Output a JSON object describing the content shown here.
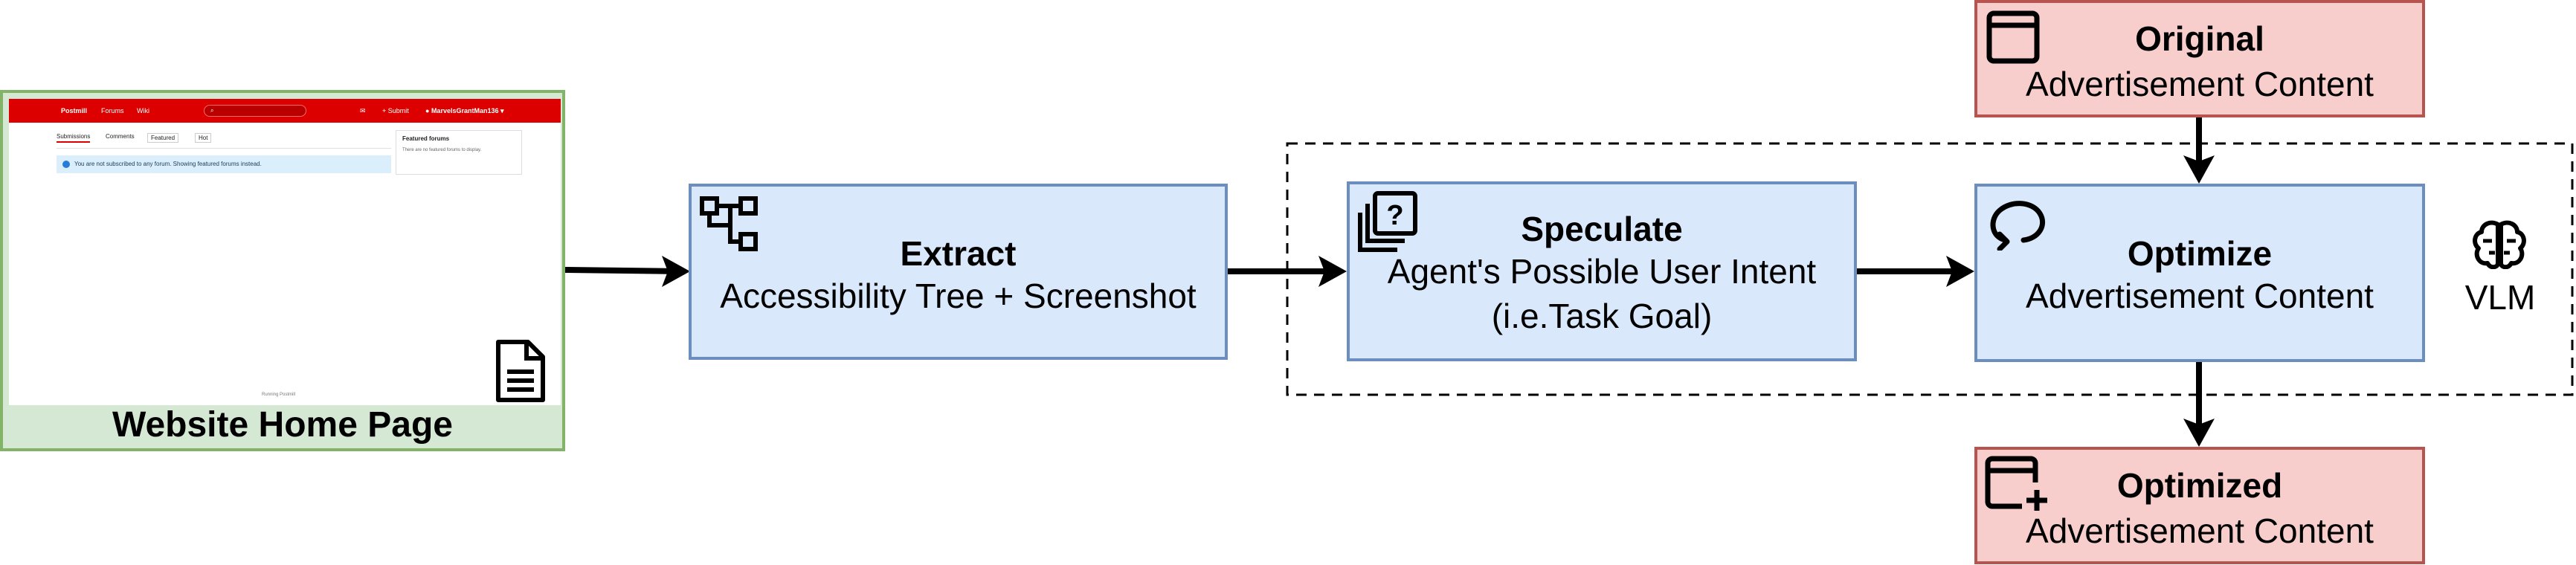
{
  "colors": {
    "blue_fill": "#dae8fc",
    "blue_stroke": "#6c8ebf",
    "red_fill": "#f8cecc",
    "red_stroke": "#b85450",
    "green_fill": "#d5e8d4",
    "green_stroke": "#82b366",
    "navbar_red": "#dd0000"
  },
  "website": {
    "label": "Website Home Page",
    "nav": {
      "brand": "Postmill",
      "forums": "Forums",
      "wiki": "Wiki",
      "submit": "Submit",
      "user": "MarvelsGrantMan136"
    },
    "tabs": [
      "Submissions",
      "Comments",
      "Featured",
      "Hot"
    ],
    "notice": "You are not subscribed to any forum. Showing featured forums instead.",
    "featured_title": "Featured forums",
    "featured_text": "There are no featured forums to display.",
    "footer": "Running Postmill"
  },
  "extract": {
    "title": "Extract",
    "subtitle": "Accessibility Tree + Screenshot"
  },
  "speculate": {
    "title": "Speculate",
    "line1": "Agent's Possible User Intent",
    "line2": "(i.e.Task Goal)"
  },
  "optimize": {
    "title": "Optimize",
    "subtitle": "Advertisement Content"
  },
  "original": {
    "title": "Original",
    "subtitle": "Advertisement Content"
  },
  "optimized": {
    "title": "Optimized",
    "subtitle": "Advertisement Content"
  },
  "vlm": {
    "label": "VLM"
  },
  "icons": [
    "document-icon",
    "hierarchy-icon",
    "question-stack-icon",
    "loop-arrow-icon",
    "window-icon",
    "window-plus-icon",
    "brain-icon"
  ]
}
